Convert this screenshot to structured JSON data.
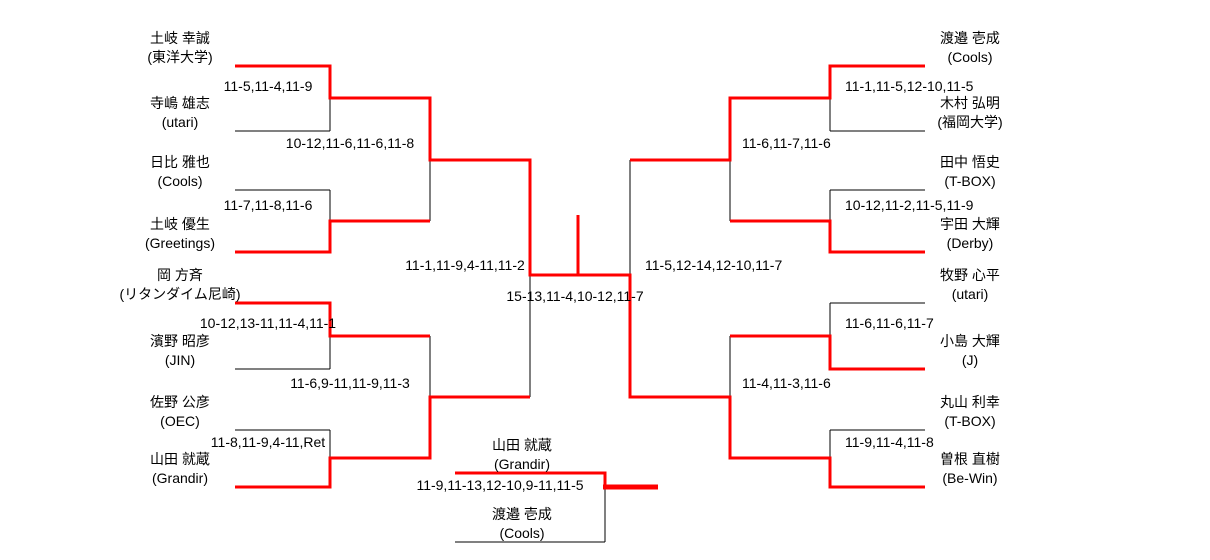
{
  "colors": {
    "background": "#ffffff",
    "bracket_line": "#000000",
    "winner_path": "#ff0000"
  },
  "left": {
    "players": [
      {
        "name": "土岐 幸誠",
        "club": "(東洋大学)",
        "winner": true
      },
      {
        "name": "寺嶋 雄志",
        "club": "(utari)",
        "winner": false
      },
      {
        "name": "日比 雅也",
        "club": "(Cools)",
        "winner": false
      },
      {
        "name": "土岐 優生",
        "club": "(Greetings)",
        "winner": true
      },
      {
        "name": "岡 方斉",
        "club": "(リタンダイム尼崎)",
        "winner": true
      },
      {
        "name": "濱野 昭彦",
        "club": "(JIN)",
        "winner": false
      },
      {
        "name": "佐野 公彦",
        "club": "(OEC)",
        "winner": false
      },
      {
        "name": "山田 就蔵",
        "club": "(Grandir)",
        "winner": true
      }
    ],
    "round1_scores": [
      "11-5,11-4,11-9",
      "11-7,11-8,11-6",
      "10-12,13-11,11-4,11-1",
      "11-8,11-9,4-11,Ret"
    ],
    "quarterfinal_scores": [
      "10-12,11-6,11-6,11-8",
      "11-6,9-11,11-9,11-3"
    ],
    "semifinal_score": "11-1,11-9,4-11,11-2"
  },
  "right": {
    "players": [
      {
        "name": "渡邉 壱成",
        "club": "(Cools)",
        "winner": true
      },
      {
        "name": "木村 弘明",
        "club": "(福岡大学)",
        "winner": false
      },
      {
        "name": "田中 悟史",
        "club": "(T-BOX)",
        "winner": false
      },
      {
        "name": "宇田 大輝",
        "club": "(Derby)",
        "winner": true
      },
      {
        "name": "牧野 心平",
        "club": "(utari)",
        "winner": false
      },
      {
        "name": "小島 大輝",
        "club": "(J)",
        "winner": true
      },
      {
        "name": "丸山 利幸",
        "club": "(T-BOX)",
        "winner": false
      },
      {
        "name": "曽根 直樹",
        "club": "(Be-Win)",
        "winner": true
      }
    ],
    "round1_scores": [
      "11-1,11-5,12-10,11-5",
      "10-12,11-2,11-5,11-9",
      "11-6,11-6,11-7",
      "11-9,11-4,11-8"
    ],
    "quarterfinal_scores": [
      "11-6,11-7,11-6",
      "11-4,11-3,11-6"
    ],
    "semifinal_score": "11-5,12-14,12-10,11-7"
  },
  "final": {
    "score": "15-13,11-4,10-12,11-7"
  },
  "third_place": {
    "players": [
      {
        "name": "山田 就蔵",
        "club": "(Grandir)",
        "winner": true
      },
      {
        "name": "渡邉 壱成",
        "club": "(Cools)",
        "winner": false
      }
    ],
    "score": "11-9,11-13,12-10,9-11,11-5"
  }
}
